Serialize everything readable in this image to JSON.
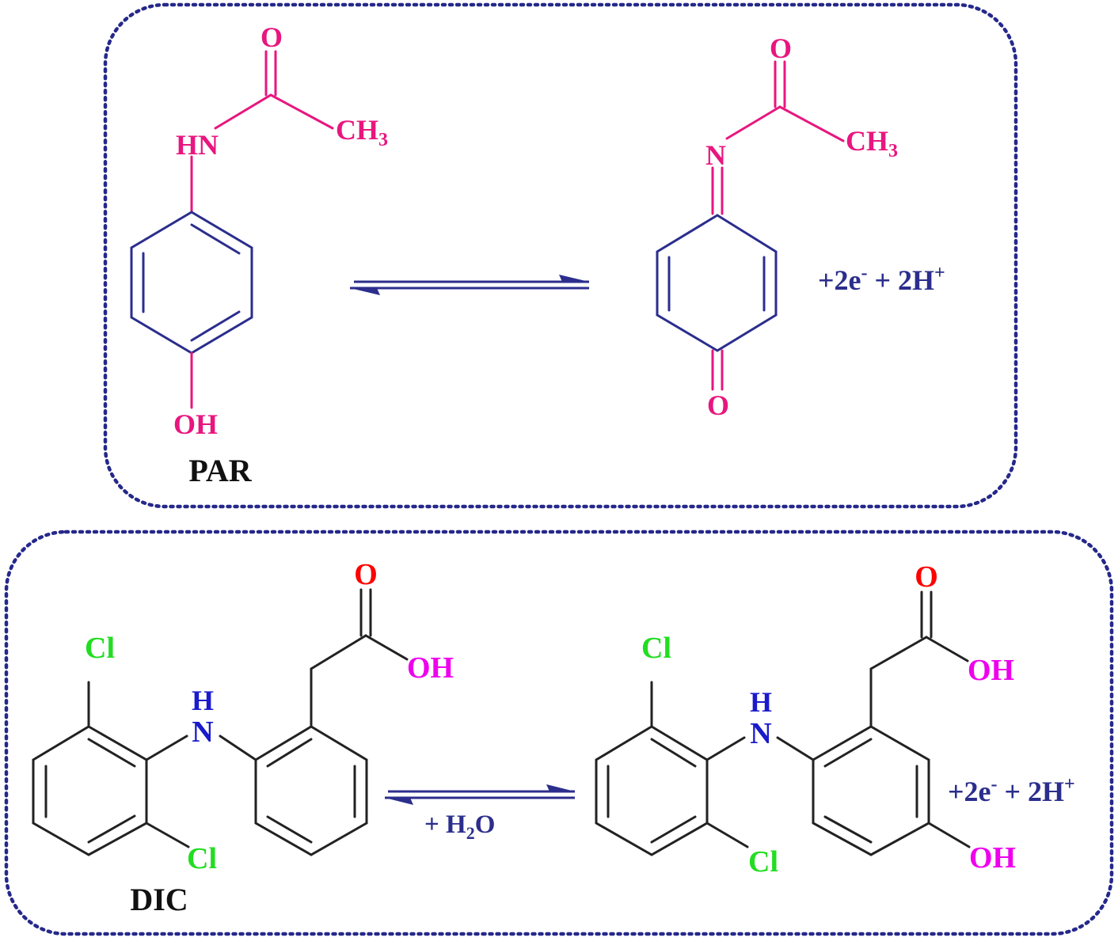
{
  "colors": {
    "panel_border": "#25288a",
    "bond_par": "#2b2e8c",
    "atom_par": "#e8167f",
    "bond_dic": "#222222",
    "chlorine": "#22dd22",
    "nitrogen_dic": "#1a1acc",
    "oxygen_dic": "#ff0000",
    "hydroxyl_dic": "#ee00ee",
    "reagent_text": "#2b2e8c",
    "compound_label": "#111111"
  },
  "par_panel": {
    "reactant_label": "PAR",
    "reactant_atoms": {
      "carbonyl_o": "O",
      "amide_nh": "HN",
      "methyl": "CH3",
      "hydroxyl": "OH"
    },
    "product_atoms": {
      "carbonyl_o": "O",
      "imine_n": "N",
      "methyl": "CH3",
      "quinone_o": "O"
    },
    "byproducts": "+2e- + 2H+"
  },
  "dic_panel": {
    "reactant_label": "DIC",
    "reactant_atoms": {
      "carbonyl_o": "O",
      "acid_oh": "OH",
      "cl_top": "Cl",
      "cl_bottom": "Cl",
      "amine_h": "H",
      "amine_n": "N"
    },
    "arrow_reagent": "+ H2O",
    "product_atoms": {
      "carbonyl_o": "O",
      "acid_oh": "OH",
      "cl_top": "Cl",
      "cl_bottom": "Cl",
      "amine_h": "H",
      "amine_n": "N",
      "ring_oh": "OH"
    },
    "byproducts": "+2e- + 2H+"
  }
}
